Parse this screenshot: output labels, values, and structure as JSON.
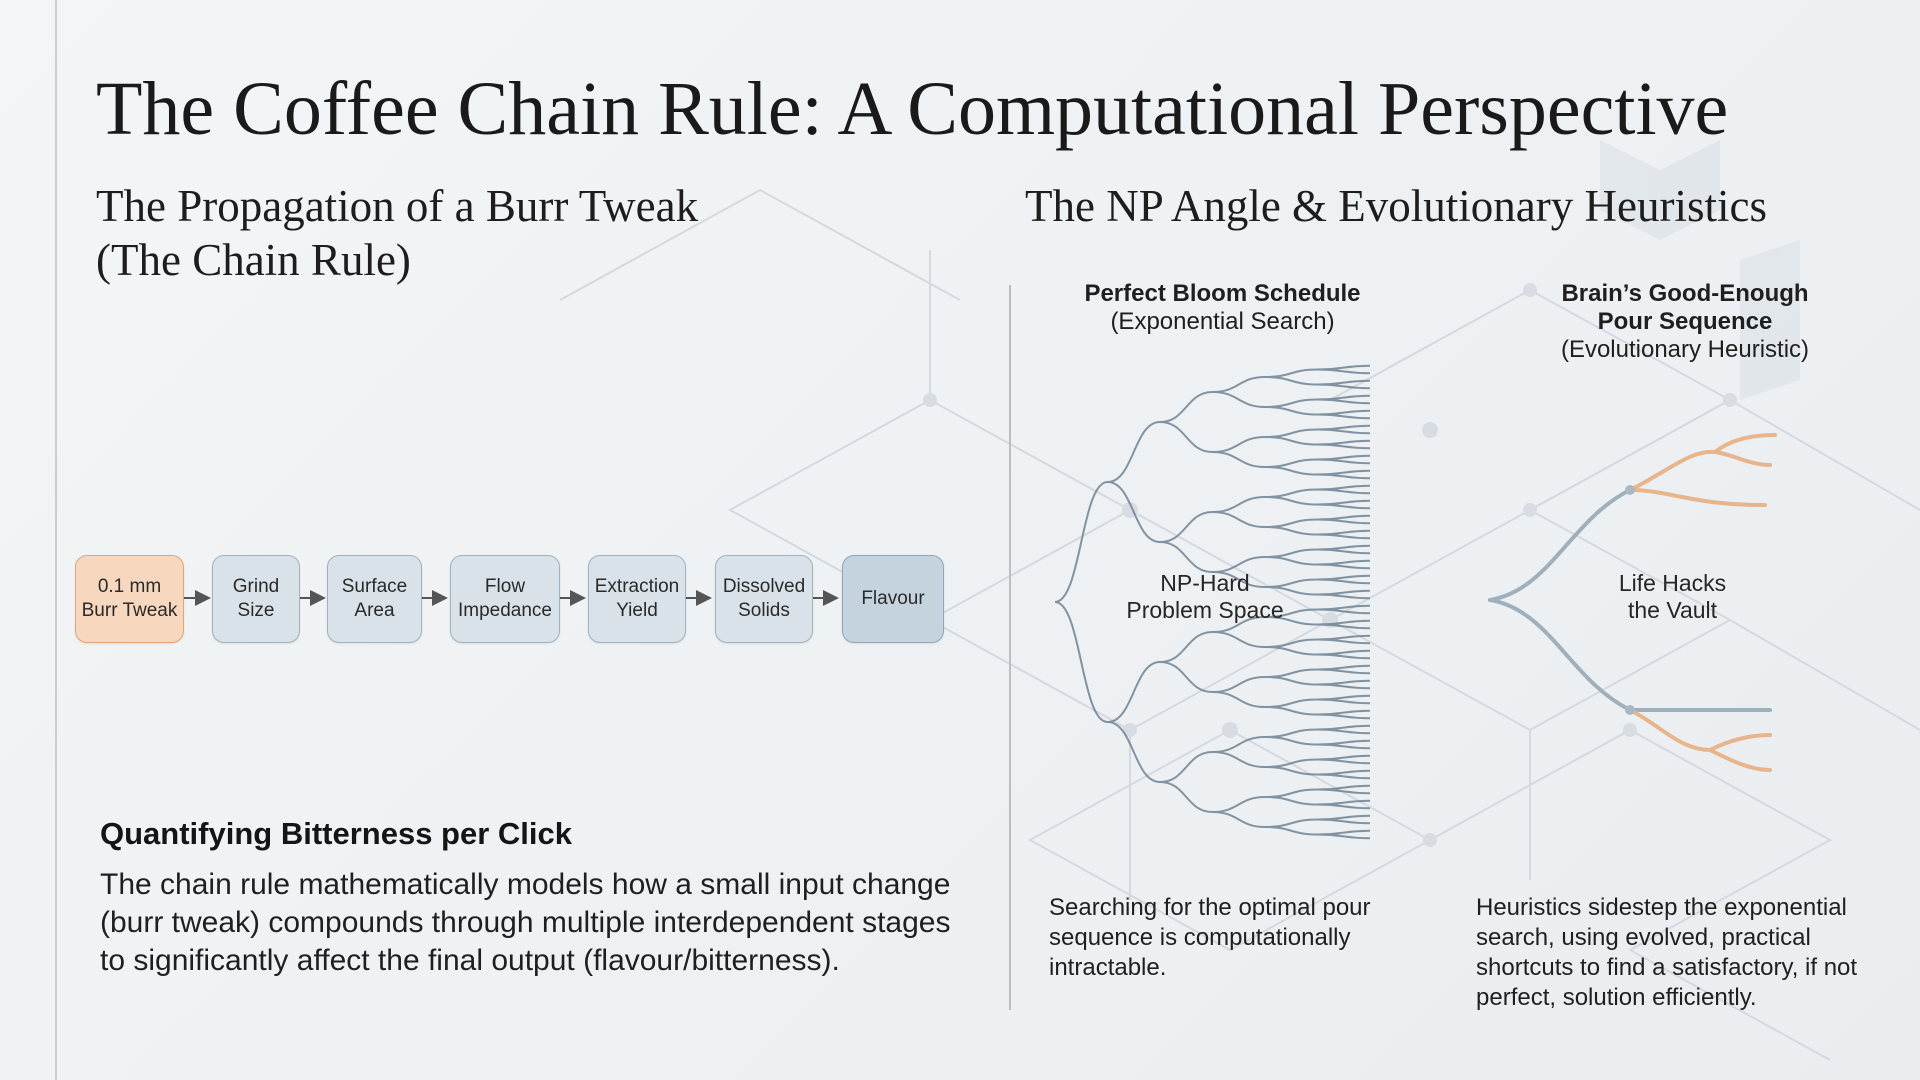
{
  "title": "The Coffee Chain Rule: A Computational Perspective",
  "left_section": {
    "subtitle": "The Propagation of a Burr Tweak\n(The Chain Rule)",
    "chain_nodes": [
      {
        "label": "0.1 mm\nBurr Tweak"
      },
      {
        "label": "Grind\nSize"
      },
      {
        "label": "Surface\nArea"
      },
      {
        "label": "Flow\nImpedance"
      },
      {
        "label": "Extraction\nYield"
      },
      {
        "label": "Dissolved\nSolids"
      },
      {
        "label": "Flavour"
      }
    ],
    "heading": "Quantifying Bitterness per Click",
    "body": "The chain rule mathematically models how a small input change (burr tweak) compounds through multiple interdependent stages to significantly affect the final output (flavour/bitterness)."
  },
  "right_section": {
    "subtitle": "The NP Angle & Evolutionary Heuristics",
    "perfect": {
      "title": "Perfect Bloom Schedule",
      "subtitle": "(Exponential Search)",
      "center": "NP-Hard\nProblem Space",
      "caption": "Searching for the optimal pour sequence is computationally intractable."
    },
    "brain": {
      "title": "Brain’s Good-Enough\nPour Sequence",
      "subtitle": "(Evolutionary Heuristic)",
      "center": "Life Hacks\nthe Vault",
      "caption": "Heuristics sidestep the exponential search, using evolved, practical shortcuts to find a satisfactory, if not perfect, solution efficiently."
    }
  },
  "colors": {
    "start_node": "#f7d7bd",
    "mid_node": "#d9e2e8",
    "end_node": "#c4d3dd",
    "tree_line": "#6f8394",
    "heuristic_accent": "#e8b48a"
  }
}
